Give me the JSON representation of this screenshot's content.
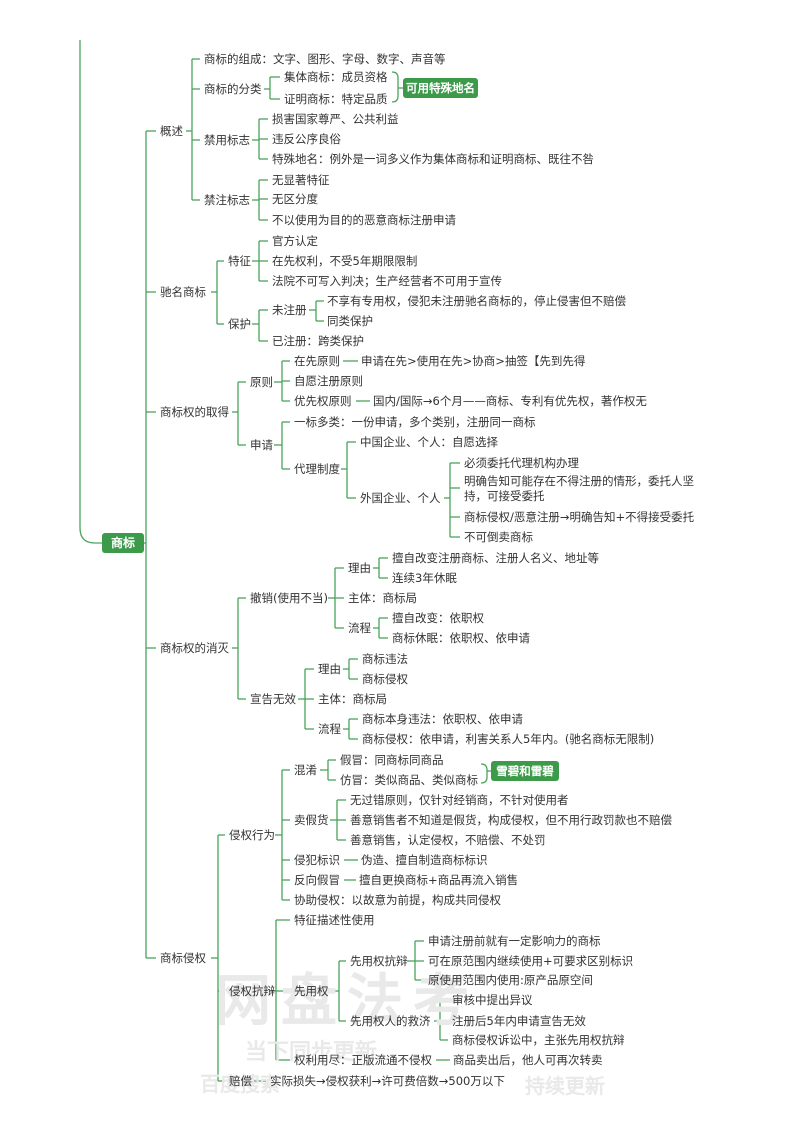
{
  "root": "商标",
  "tags": {
    "tag1": "可用特殊地名",
    "tag2": "雪碧和雷碧"
  },
  "watermark": {
    "line1": "网盘法考",
    "line2": "当下同步更新，",
    "line3": "百度搜索",
    "line4": "持续更新"
  },
  "b1": {
    "label": "概述",
    "c1": "商标的组成：文字、图形、字母、数字、声音等",
    "c2": {
      "label": "商标的分类",
      "l1": "集体商标：成员资格",
      "l2": "证明商标：特定品质"
    },
    "c3": {
      "label": "禁用标志",
      "l1": "损害国家尊严、公共利益",
      "l2": "违反公序良俗",
      "l3": "特殊地名：例外是一词多义作为集体商标和证明商标、既往不咎"
    },
    "c4": {
      "label": "禁注标志",
      "l1": "无显著特征",
      "l2": "无区分度",
      "l3": "不以使用为目的的恶意商标注册申请"
    }
  },
  "b2": {
    "label": "驰名商标",
    "c1": {
      "label": "特征",
      "l1": "官方认定",
      "l2": "在先权利，不受5年期限限制",
      "l3": "法院不可写入判决；生产经营者不可用于宣传"
    },
    "c2": {
      "label": "保护",
      "u": "未注册",
      "u1": "不享有专用权，侵犯未注册驰名商标的，停止侵害但不赔偿",
      "u2": "同类保护",
      "r": "已注册：跨类保护"
    }
  },
  "b3": {
    "label": "商标权的取得",
    "c1": {
      "label": "原则",
      "p1": "在先原则",
      "p1v": "申请在先>使用在先>协商>抽签【先到先得",
      "p2": "自愿注册原则",
      "p3": "优先权原则",
      "p3v": "国内/国际→6个月——商标、专利有优先权，著作权无"
    },
    "c2": {
      "label": "申请",
      "a1": "一标多类：一份申请，多个类别，注册同一商标",
      "a2": "代理制度",
      "d1": "中国企业、个人：自愿选择",
      "d2": "外国企业、个人",
      "f1": "必须委托代理机构办理",
      "f2": "明确告知可能存在不得注册的情形，委托人坚持，可接受委托",
      "f3": "商标侵权/恶意注册→明确告知+不得接受委托",
      "f4": "不可倒卖商标"
    }
  },
  "b4": {
    "label": "商标权的消灭",
    "c1": {
      "label": "撤销(使用不当)",
      "r": "理由",
      "r1": "擅自改变注册商标、注册人名义、地址等",
      "r2": "连续3年休眠",
      "s": "主体：商标局",
      "p": "流程",
      "p1": "擅自改变：依职权",
      "p2": "商标休眠：依职权、依申请"
    },
    "c2": {
      "label": "宣告无效",
      "r": "理由",
      "r1": "商标违法",
      "r2": "商标侵权",
      "s": "主体：商标局",
      "p": "流程",
      "p1": "商标本身违法：依职权、依申请",
      "p2": "商标侵权：依申请，利害关系人5年内。(驰名商标无限制)"
    }
  },
  "b5": {
    "label": "商标侵权",
    "c1": {
      "label": "侵权行为",
      "m": "混淆",
      "m1": "假冒：同商标同商品",
      "m2": "仿冒：类似商品、类似商标",
      "s": "卖假货",
      "s1": "无过错原则，仅针对经销商，不针对使用者",
      "s2": "善意销售者不知道是假货，构成侵权，但不用行政罚款也不赔偿",
      "s3": "善意销售，认定侵权，不赔偿、不处罚",
      "x1": "侵犯标识",
      "x1v": "伪造、擅自制造商标标识",
      "x2": "反向假冒",
      "x2v": "擅自更换商标+商品再流入销售",
      "x3": "协助侵权：以故意为前提，构成共同侵权"
    },
    "c2": {
      "label": "侵权抗辩",
      "d1": "特征描述性使用",
      "d2": "先用权",
      "e1": "先用权抗辩",
      "e1a": "申请注册前就有一定影响力的商标",
      "e1b": "可在原范围内继续使用+可要求区别标识",
      "e1c": "原使用范围内使用:原产品原空间",
      "e2": "先用权人的救济",
      "e2a": "审核中提出异议",
      "e2b": "注册后5年内申请宣告无效",
      "e2c": "商标侵权诉讼中，主张先用权抗辩",
      "d3": "权利用尽：正版流通不侵权",
      "d3v": "商品卖出后，他人可再次转卖"
    },
    "c3": {
      "label": "赔偿",
      "v": "实际损失→侵权获利→许可费倍数→500万以下"
    }
  }
}
